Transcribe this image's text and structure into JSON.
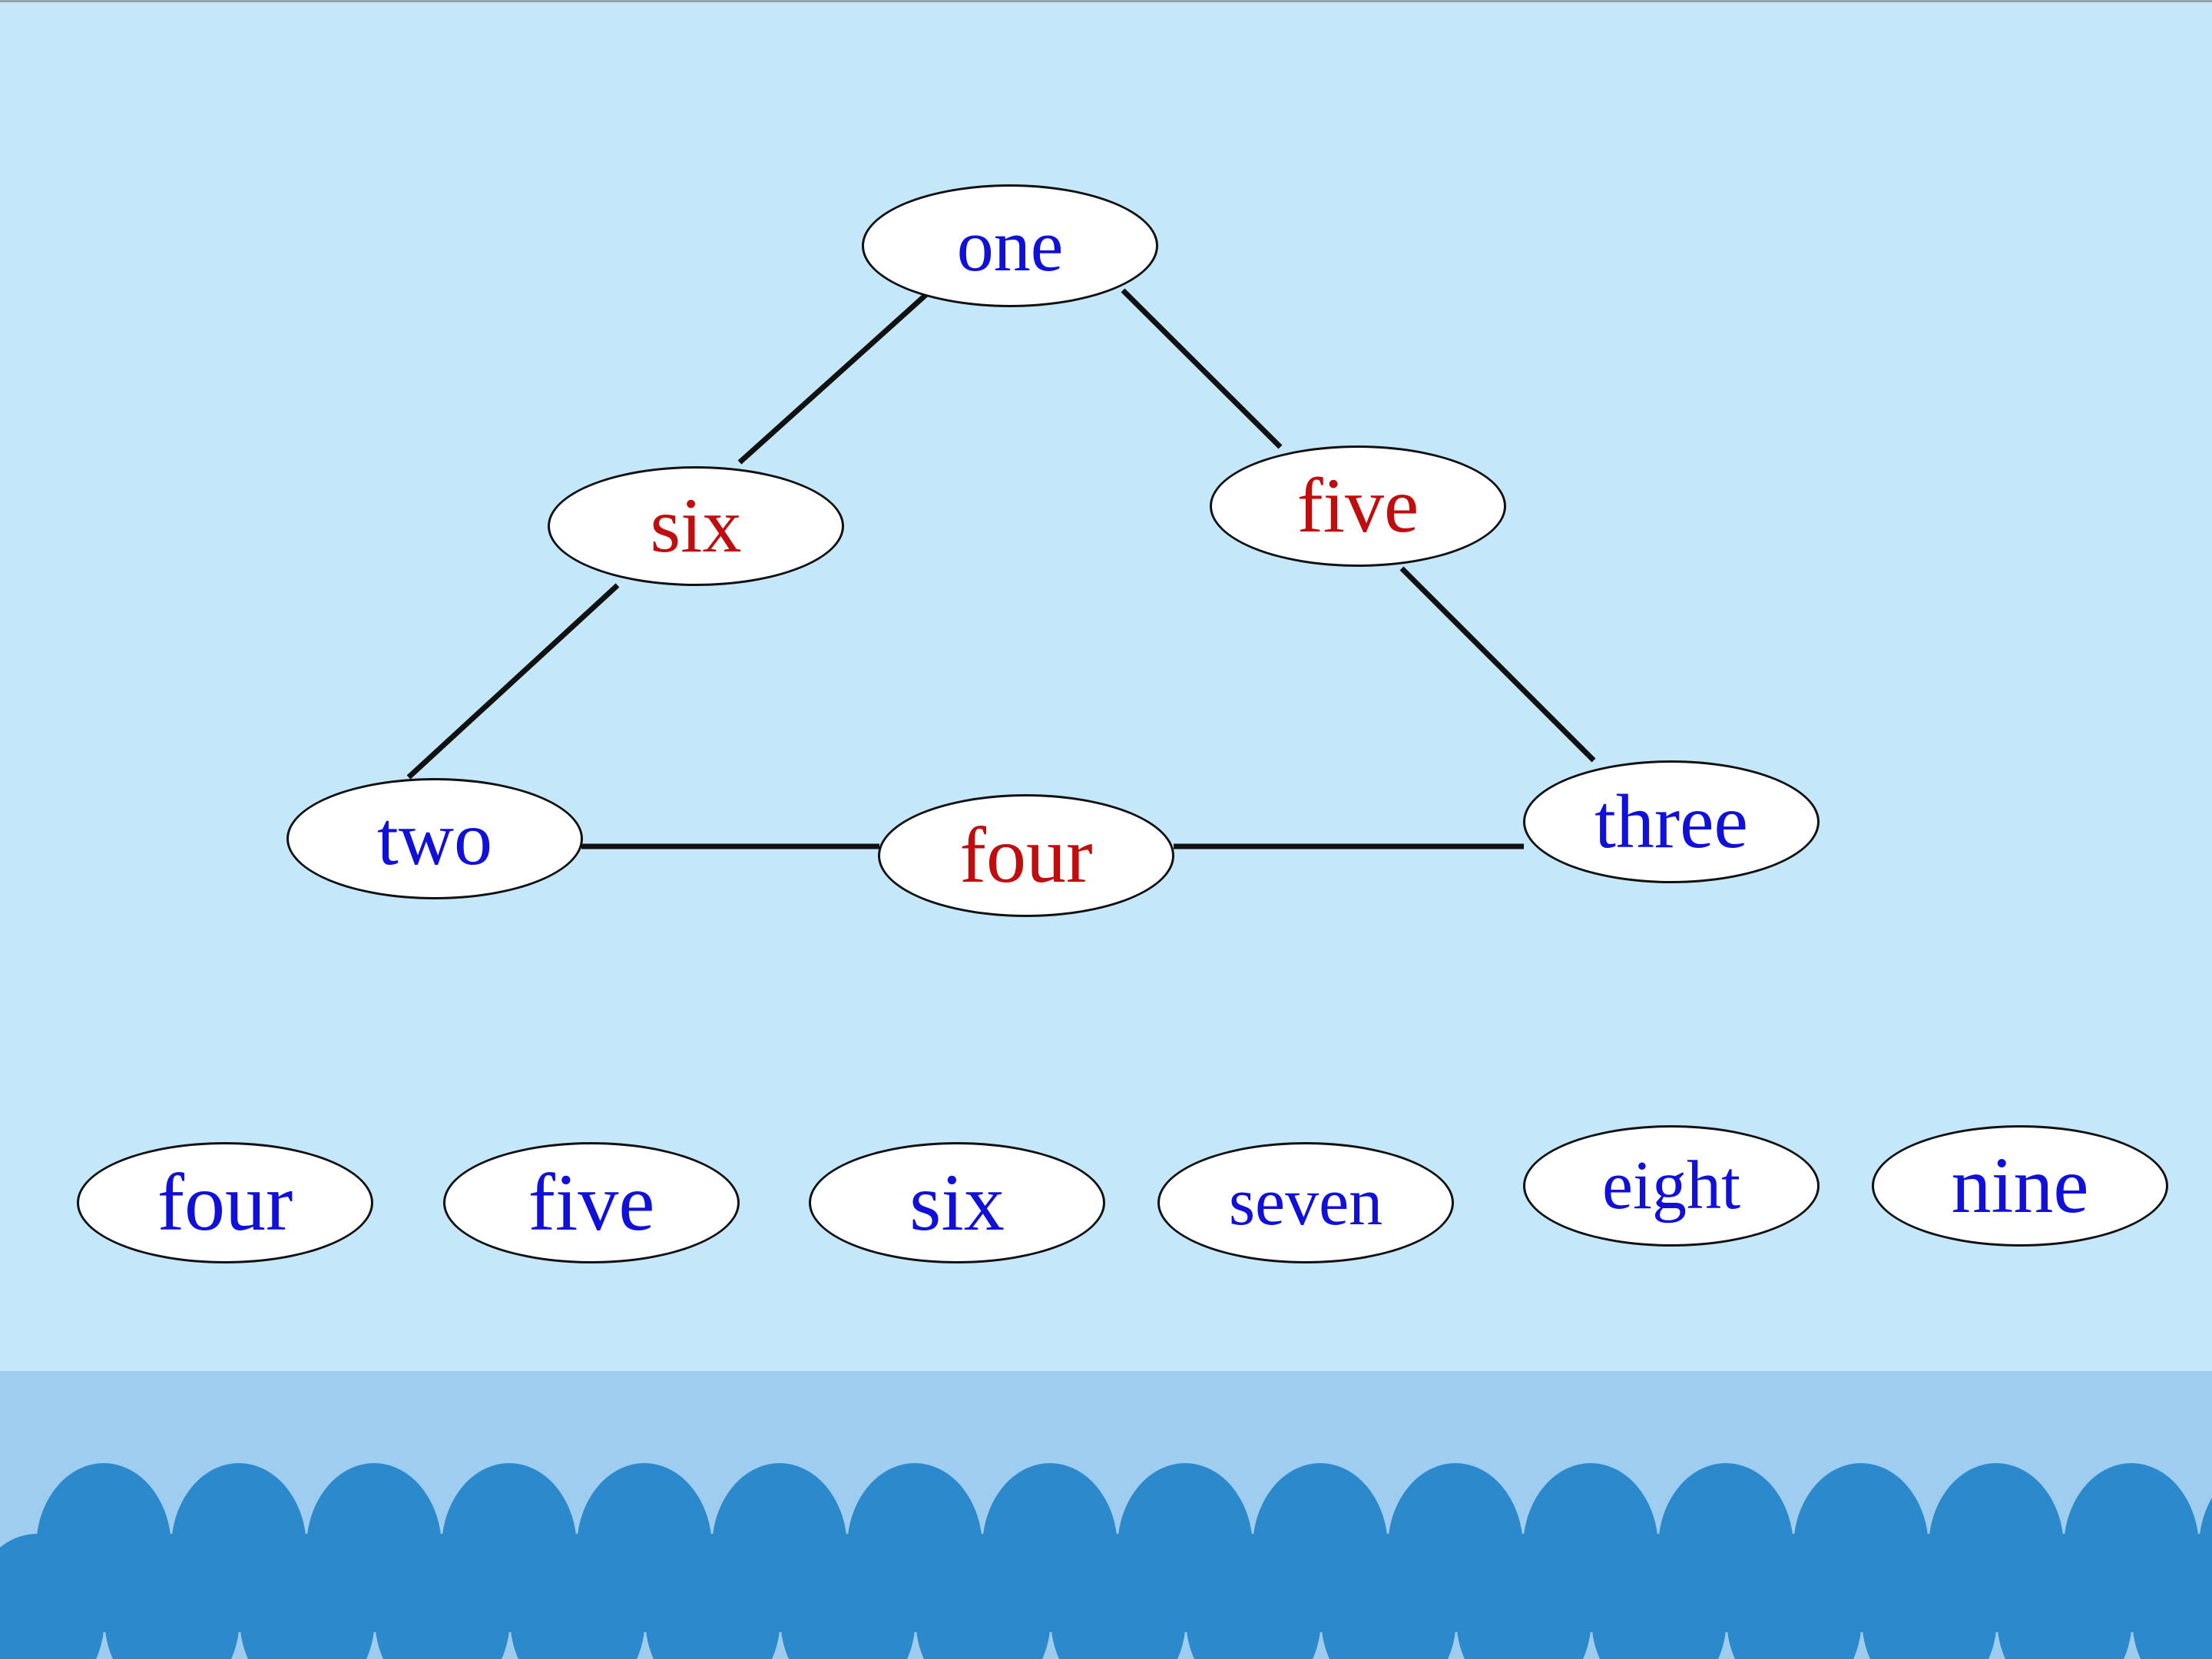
{
  "colors": {
    "background": "#c5e7fa",
    "band": "#9ecdf0",
    "scallop": "#2b89cc",
    "word_blue": "#1010d8",
    "word_red": "#c00d0d",
    "line": "#111111"
  },
  "triangle": {
    "top": "one",
    "left_side": "six",
    "right_side": "five",
    "bottom_left": "two",
    "bottom_middle": "four",
    "bottom_right": "three"
  },
  "word_bank": [
    "four",
    "five",
    "six",
    "seven",
    "eight",
    "nine"
  ]
}
